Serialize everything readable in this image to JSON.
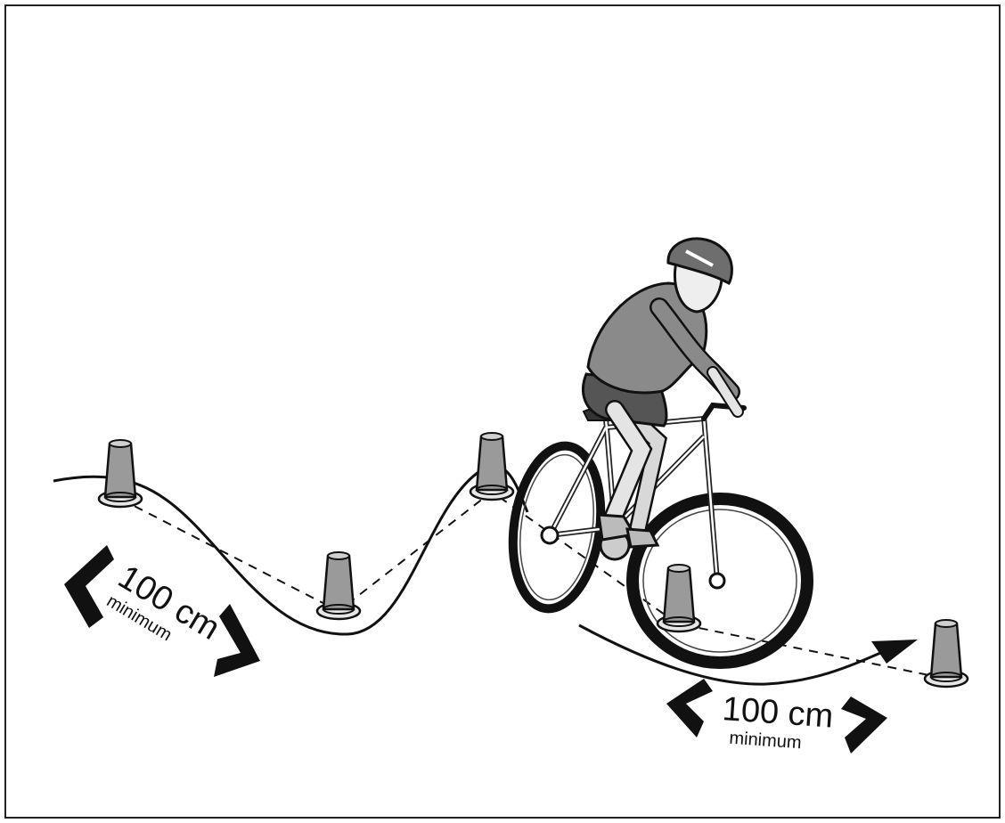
{
  "figure": {
    "distance_left": {
      "value": "100 cm",
      "note": "minimum"
    },
    "distance_right": {
      "value": "100 cm",
      "note": "minimum"
    },
    "cone_count": 5,
    "colors": {
      "cone": "#9a9a9a",
      "cone_base": "#e6e6e6",
      "line": "#111111",
      "shirt": "#8a8a8a",
      "helmet": "#6e6e6e",
      "tire": "#111111"
    }
  }
}
